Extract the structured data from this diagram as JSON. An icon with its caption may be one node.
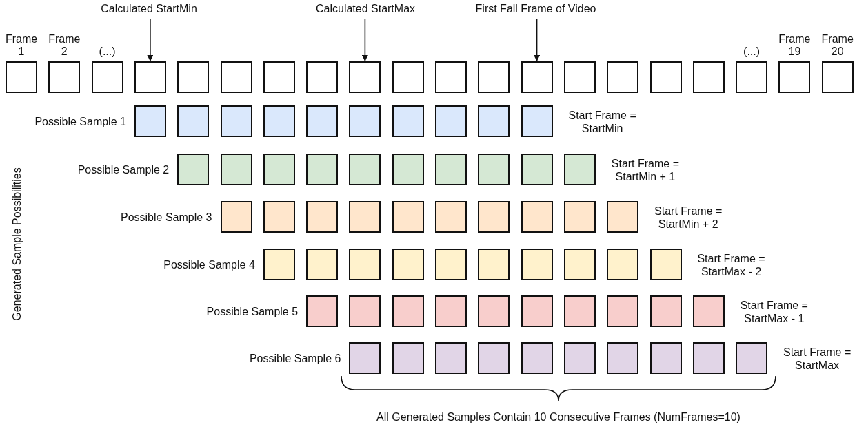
{
  "diagram": {
    "nodes": [
      {
        "text": [
          "Calculated StartMin"
        ]
      },
      {
        "text": [
          "Calculated StartMax"
        ]
      },
      {
        "text": [
          "First Fall Frame of Video"
        ]
      },
      {
        "text": [
          "Frame 1"
        ]
      },
      {
        "text": [
          "Frame 2"
        ]
      },
      {
        "text": [
          "(...)"
        ]
      },
      {
        "text": [],
        "shape": "box"
      },
      {
        "text": [],
        "shape": "box"
      },
      {
        "text": [],
        "shape": "box"
      },
      {
        "text": [],
        "shape": "box"
      },
      {
        "text": [],
        "shape": "box"
      },
      {
        "text": [],
        "shape": "box"
      },
      {
        "text": [],
        "shape": "box"
      },
      {
        "text": [],
        "shape": "box"
      },
      {
        "text": [],
        "shape": "box"
      },
      {
        "text": [],
        "shape": "box"
      },
      {
        "text": [],
        "shape": "box"
      },
      {
        "text": [],
        "shape": "box"
      },
      {
        "text": [],
        "shape": "box"
      },
      {
        "text": [],
        "shape": "box"
      },
      {
        "text": [
          "(...)"
        ]
      },
      {
        "text": [
          "Frame 19"
        ]
      },
      {
        "text": [
          "Frame 20"
        ]
      },
      {
        "text": [],
        "shape": "box"
      },
      {
        "text": [],
        "shape": "box"
      },
      {
        "text": [],
        "shape": "box"
      },
      {
        "text": [],
        "shape": "box"
      },
      {
        "text": [],
        "shape": "box"
      },
      {
        "text": [],
        "shape": "box"
      },
      {
        "text": [],
        "shape": "box"
      },
      {
        "text": [],
        "shape": "box"
      },
      {
        "text": [],
        "shape": "box"
      },
      {
        "text": [],
        "shape": "box"
      },
      {
        "text": [],
        "shape": "box"
      },
      {
        "text": [],
        "shape": "box"
      },
      {
        "text": [],
        "shape": "box"
      },
      {
        "text": [],
        "shape": "box"
      },
      {
        "text": [],
        "shape": "box"
      },
      {
        "text": [],
        "shape": "box"
      },
      {
        "text": [],
        "shape": "box"
      },
      {
        "text": [],
        "shape": "box"
      },
      {
        "text": [],
        "shape": "box"
      },
      {
        "text": [],
        "shape": "box"
      },
      {
        "text": [],
        "shape": "box"
      },
      {
        "text": [],
        "shape": "box"
      },
      {
        "text": [],
        "shape": "box"
      },
      {
        "text": [],
        "shape": "box"
      },
      {
        "text": [],
        "shape": "box"
      },
      {
        "text": [],
        "shape": "box"
      },
      {
        "text": [],
        "shape": "box"
      },
      {
        "text": [],
        "shape": "box"
      },
      {
        "text": [],
        "shape": "box"
      },
      {
        "text": [],
        "shape": "box"
      },
      {
        "text": [],
        "shape": "box"
      },
      {
        "text": [],
        "shape": "box"
      },
      {
        "text": [],
        "shape": "box"
      },
      {
        "text": [],
        "shape": "box"
      },
      {
        "text": [],
        "shape": "box"
      },
      {
        "text": [],
        "shape": "box"
      },
      {
        "text": [],
        "shape": "box"
      },
      {
        "text": [],
        "shape": "box"
      },
      {
        "text": [],
        "shape": "box"
      },
      {
        "text": [],
        "shape": "box"
      },
      {
        "text": [],
        "shape": "box"
      },
      {
        "text": [],
        "shape": "box"
      },
      {
        "text": [],
        "shape": "box"
      },
      {
        "text": [],
        "shape": "box"
      },
      {
        "text": [],
        "shape": "box"
      },
      {
        "text": [],
        "shape": "box"
      },
      {
        "text": [],
        "shape": "box"
      },
      {
        "text": [],
        "shape": "box"
      },
      {
        "text": [],
        "shape": "box"
      },
      {
        "text": [],
        "shape": "box"
      },
      {
        "text": [],
        "shape": "box"
      },
      {
        "text": [],
        "shape": "box"
      },
      {
        "text": [],
        "shape": "box"
      },
      {
        "text": [],
        "shape": "box"
      },
      {
        "text": [],
        "shape": "box"
      },
      {
        "text": [],
        "shape": "box"
      },
      {
        "text": [],
        "shape": "box"
      },
      {
        "text": [],
        "shape": "box"
      },
      {
        "text": [],
        "shape": "box"
      },
      {
        "text": [],
        "shape": "box"
      }
    ],
    "edges": [
      {
        "from": 0,
        "to": 6,
        "arrow": "to"
      },
      {
        "from": 1,
        "to": 11,
        "arrow": "to"
      },
      {
        "from": 2,
        "to": 15,
        "arrow": "to"
      }
    ],
    "labels": [
      "Generated Sample Possibilities",
      "Possible Sample 1",
      "Start Frame = StartMin",
      "Possible Sample 2",
      "Start Frame = StartMin + 1",
      "Possible Sample 3",
      "Start Frame = StartMin + 2",
      "Possible Sample 4",
      "Start Frame = StartMax - 2",
      "Possible Sample 5",
      "Start Frame = StartMax - 1",
      "Possible Sample 6",
      "Start Frame = StartMax",
      "All Generated Samples Contain 10 Consecutive Frames (NumFrames=10)"
    ]
  }
}
